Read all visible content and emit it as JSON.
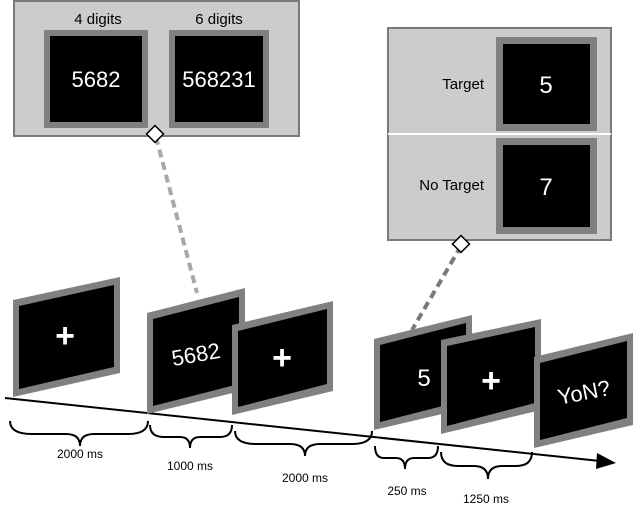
{
  "callout_memory": {
    "headers": [
      "4 digits",
      "6 digits"
    ],
    "examples": [
      "5682",
      "568231"
    ]
  },
  "callout_probe": {
    "rows": [
      {
        "label": "Target",
        "digit": "5"
      },
      {
        "label": "No Target",
        "digit": "7"
      }
    ]
  },
  "trial_screens": [
    "+",
    "5682",
    "+",
    "5",
    "+",
    "YoN?"
  ],
  "durations": [
    "2000 ms",
    "1000 ms",
    "2000 ms",
    "250 ms",
    "1250 ms"
  ],
  "colors": {
    "panel_fill": "#cccccc",
    "panel_border": "#7a7a7a",
    "screen_fill": "#000000",
    "screen_border": "#808080",
    "connector": "#a8a8a8",
    "connector_dark": "#7a7a7a"
  }
}
